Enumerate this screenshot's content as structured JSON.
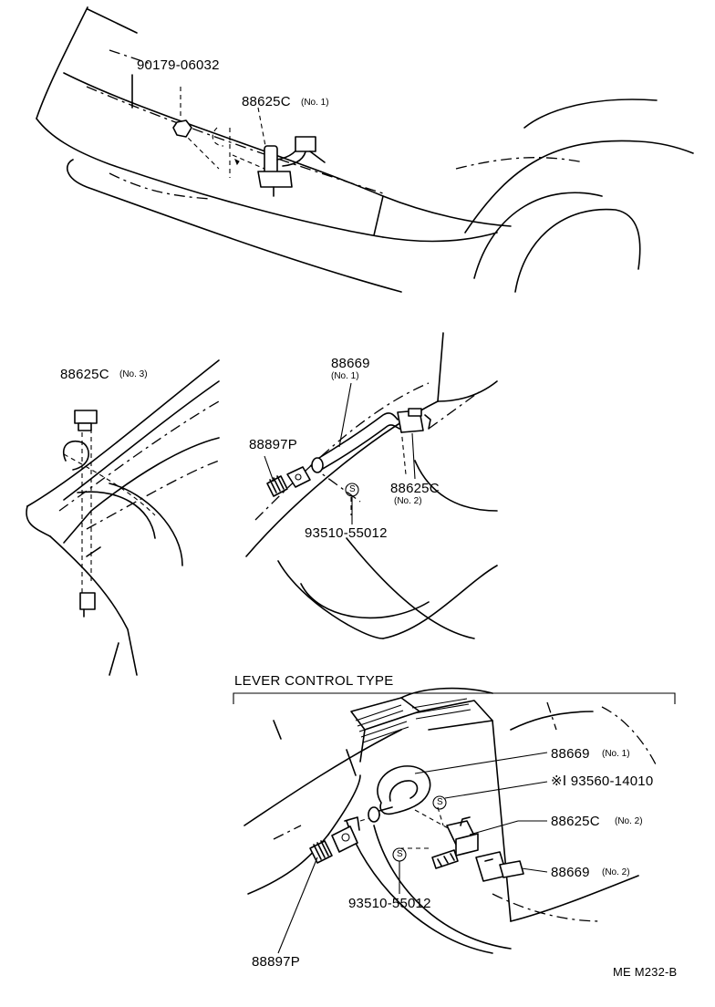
{
  "panel_top": {
    "labels": {
      "nozzle_no1": "88625C",
      "nozzle_no1_sub": "(No. 1)",
      "nut": "90179-06032"
    }
  },
  "panel_middle_left": {
    "labels": {
      "nozzle_no3": "88625C",
      "nozzle_no3_sub": "(No. 3)"
    }
  },
  "panel_middle_right": {
    "labels": {
      "hose": "88669",
      "hose_sub": "(No. 1)",
      "clamp": "88897P",
      "nozzle_no2": "88625C",
      "nozzle_no2_sub": "(No. 2)",
      "screw": "93510-55012",
      "screw_symbol": "S"
    }
  },
  "panel_bottom": {
    "heading": "LEVER CONTROL TYPE",
    "labels": {
      "hose_no1": "88669",
      "hose_no1_sub": "(No. 1)",
      "screw_alt": "※Ⅰ 93560-14010",
      "nozzle_no2": "88625C",
      "nozzle_no2_sub": "(No. 2)",
      "hose_no2": "88669",
      "hose_no2_sub": "(No. 2)",
      "screw": "93510-55012",
      "screw_symbol": "S",
      "clamp": "88897P"
    }
  },
  "footer": {
    "code": "ME M232-B"
  }
}
